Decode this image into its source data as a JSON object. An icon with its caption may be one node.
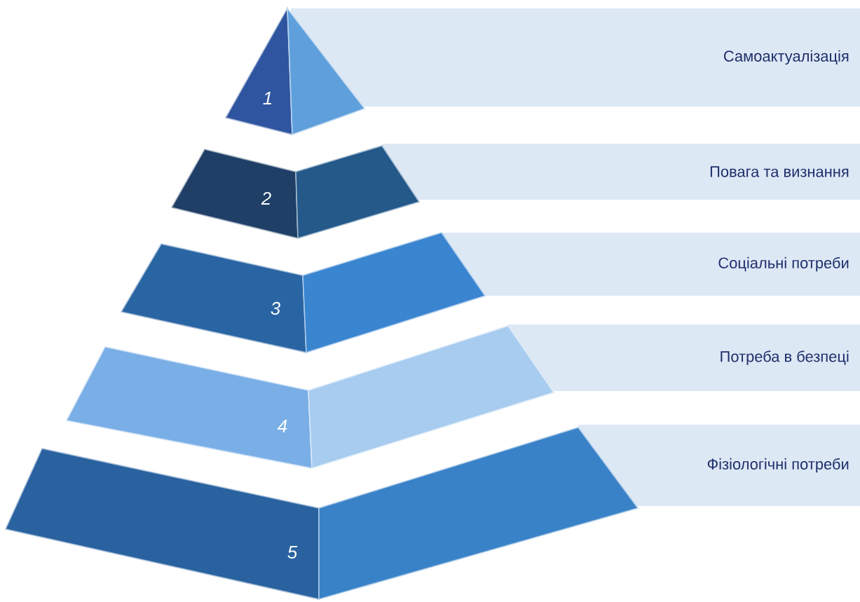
{
  "diagram": {
    "nodes": [
      {
        "text": [
          "1"
        ]
      },
      {
        "text": [
          "Самоактуалізація"
        ]
      },
      {
        "text": [
          "2"
        ]
      },
      {
        "text": [
          "Повага та визнання"
        ]
      },
      {
        "text": [
          "3"
        ]
      },
      {
        "text": [
          "Соціальні потреби"
        ]
      },
      {
        "text": [
          "4"
        ]
      },
      {
        "text": [
          "Потреба в безпеці"
        ]
      },
      {
        "text": [
          "5"
        ]
      },
      {
        "text": [
          "Фізіологічні потреби"
        ]
      }
    ]
  }
}
